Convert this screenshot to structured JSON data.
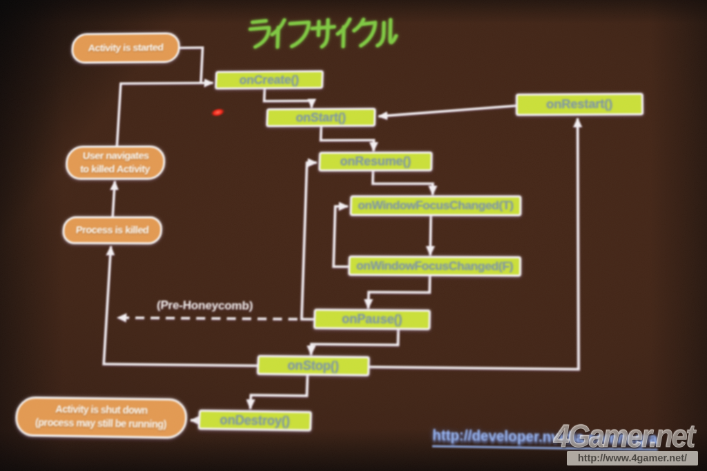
{
  "title": {
    "text": "ライフサイクル",
    "color": "#7cc73e"
  },
  "diagram": {
    "states": [
      {
        "id": "activity-started",
        "label": "Activity is started"
      },
      {
        "id": "user-navigates",
        "label": "User navigates\nto killed Activity"
      },
      {
        "id": "process-killed",
        "label": "Process is killed"
      },
      {
        "id": "activity-shutdown",
        "label": "Activity is shut down\n(process may still be running)"
      }
    ],
    "callbacks": [
      {
        "id": "onCreate",
        "label": "onCreate()"
      },
      {
        "id": "onStart",
        "label": "onStart()"
      },
      {
        "id": "onRestart",
        "label": "onRestart()"
      },
      {
        "id": "onResume",
        "label": "onResume()"
      },
      {
        "id": "onWindowFocusChangedT",
        "label": "onWindowFocusChanged(T)"
      },
      {
        "id": "onWindowFocusChangedF",
        "label": "onWindowFocusChanged(F)"
      },
      {
        "id": "onPause",
        "label": "onPause()"
      },
      {
        "id": "onStop",
        "label": "onStop()"
      },
      {
        "id": "onDestroy",
        "label": "onDestroy()"
      }
    ],
    "dashed_arrow_label": "(Pre-Honeycomb)",
    "link_url": "http://developer.nvidia.com/tegra"
  },
  "watermark": {
    "logo": "4Gamer.net",
    "site_url": "http://www.4gamer.net/"
  },
  "photo_artifacts": {
    "laser_pointer_color": "#f02214"
  },
  "colors": {
    "background": "#3f2316",
    "callback_box": "#c9de35",
    "callback_text": "#7c95a6",
    "state_pill": "#e1974e",
    "state_text": "#fdfaf4",
    "arrow": "#f2eef0",
    "title_green": "#7cc73e",
    "link_blue": "#8fadea"
  }
}
